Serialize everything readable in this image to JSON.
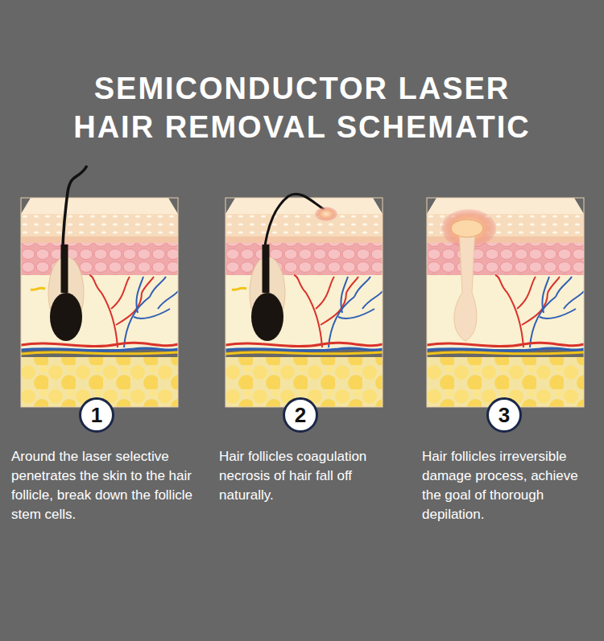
{
  "diagram": {
    "title": "SEMICONDUCTOR LASER HAIR REMOVAL SCHEMATIC",
    "nodes": [
      {
        "text": [
          "1"
        ]
      },
      {
        "text": [
          "2"
        ]
      },
      {
        "text": [
          "3"
        ]
      }
    ],
    "labels": [
      "Around the laser selective penetrates the skin to the hair follicle, break down the follicle stem cells.",
      "Hair follicles coagulation necrosis of hair fall off naturally.",
      "Hair follicles irreversible damage process, achieve the goal of thorough depilation."
    ]
  }
}
